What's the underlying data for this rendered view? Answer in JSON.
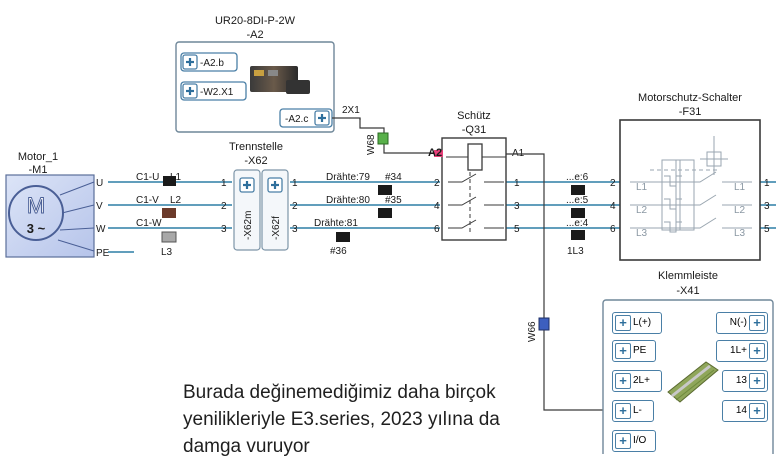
{
  "device_a2": {
    "type": "UR20-8DI-P-2W",
    "ref": "-A2",
    "ports": [
      "-A2.b",
      "-W2.X1",
      "-A2.c"
    ],
    "cable_out": "2X1"
  },
  "motor": {
    "name": "Motor_1",
    "ref": "-M1",
    "symbol": "M",
    "phase": "3 ~",
    "terminals": [
      "U",
      "V",
      "W",
      "PE"
    ]
  },
  "wire_labels": {
    "c1u": "C1-U",
    "l1": "L1",
    "c1v": "C1-V",
    "l2": "L2",
    "c1w": "C1-W",
    "l3": "L3",
    "d79": "Drähte:79",
    "h34": "#34",
    "d80": "Drähte:80",
    "h35": "#35",
    "d81": "Drähte:81",
    "h36": "#36",
    "w68": "W68",
    "w66": "W66"
  },
  "trennstelle": {
    "name": "Trennstelle",
    "ref": "-X62",
    "left_id": "-X62m",
    "right_id": "-X62f",
    "left_nums": [
      "1",
      "2",
      "3"
    ],
    "right_nums": [
      "1",
      "2",
      "3"
    ]
  },
  "schuetz": {
    "name": "Schütz",
    "ref": "-Q31",
    "coil_a2": "A2",
    "coil_a1": "A1",
    "left_nums": [
      "2",
      "4",
      "6"
    ],
    "right_nums": [
      "1",
      "3",
      "5"
    ]
  },
  "mid_terms": {
    "e6": "...e:6",
    "e5": "...e:5",
    "e4": "...e:4",
    "l3": "1L3"
  },
  "motorschutz": {
    "name": "Motorschutz-Schalter",
    "ref": "-F31",
    "left_nums": [
      "2",
      "4",
      "6"
    ],
    "right_nums": [
      "1",
      "3",
      "5"
    ],
    "poles_left": [
      "L1",
      "L2",
      "L3"
    ],
    "poles_right": [
      "L1",
      "L2",
      "L3"
    ]
  },
  "klemmleiste": {
    "name": "Klemmleiste",
    "ref": "-X41",
    "left_terms": [
      "L(+)",
      "PE",
      "2L+",
      "L-",
      "I/O"
    ],
    "right_terms": [
      "N(-)",
      "1L+",
      "13",
      "14"
    ]
  },
  "caption": {
    "line1": "Burada değinemediğimiz daha birçok",
    "line2": "yenilikleriyle E3.series, 2023 yılına da",
    "line3": "damga vuruyor"
  },
  "colors": {
    "wire": "#2d7fa6",
    "w68_marker": "#58b04a",
    "w66_marker": "#3d5fbf",
    "a2_pin": "#e8407a",
    "motor_fill": "#c9d4f0",
    "box_border": "#6f8799"
  }
}
